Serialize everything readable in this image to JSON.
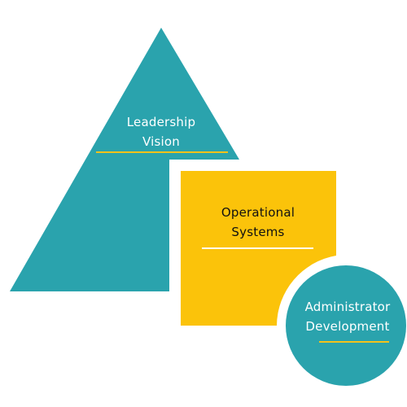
{
  "colors": {
    "teal": "#2aa3ad",
    "yellow": "#fbc30a",
    "white": "#ffffff",
    "underline_yellow": "#f3c21b",
    "underline_white": "#ffffff"
  },
  "shapes": {
    "triangle": {
      "line1": "Leadership",
      "line2": "Vision"
    },
    "square": {
      "line1": "Operational",
      "line2": "Systems"
    },
    "circle": {
      "line1": "Administrator",
      "line2": "Development"
    }
  }
}
